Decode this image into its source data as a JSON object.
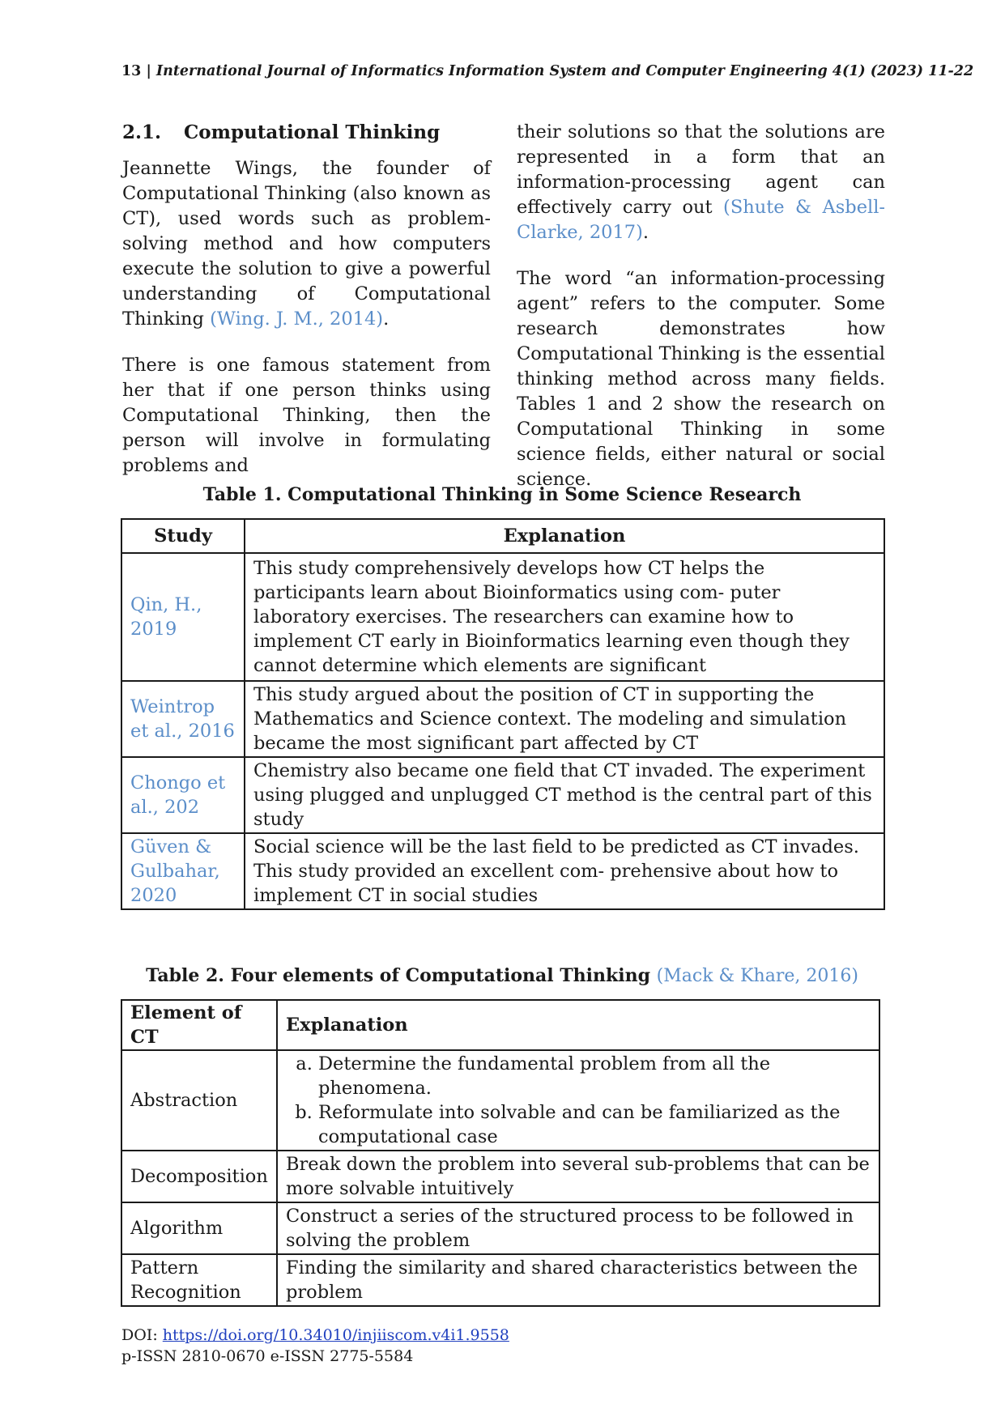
{
  "header": {
    "page_number": "13",
    "separator": " | ",
    "journal": "International Journal of Informatics Information System and Computer Engineering 4(1) (2023) 11-22"
  },
  "section": {
    "number": "2.1.",
    "title": "Computational Thinking"
  },
  "left_column": {
    "p1_text": "Jeannette Wings, the founder of Computational Thinking (also known as CT), used words such as problem-solving method and how computers execute the solution to give a powerful understanding of Computational Thinking ",
    "p1_cite": "(Wing. J. M., 2014)",
    "p1_end": ".",
    "p2_text": "There is one famous statement from her that if one person thinks using Computational Thinking, then the person will involve in formulating problems and"
  },
  "right_column": {
    "p1_text": "their solutions so that the solutions are represented in a form that an information-processing agent can effectively carry out ",
    "p1_cite": "(Shute & Asbell-Clarke, 2017)",
    "p1_end": ".",
    "p2_text": "The word “an information-processing agent” refers to the computer. Some research demonstrates how Computational Thinking is the essential thinking method across many fields. Tables 1 and 2 show the research on Computational Thinking in some science fields, either natural or social science."
  },
  "table1": {
    "caption": "Table 1. Computational Thinking in Some Science Research",
    "headers": [
      "Study",
      "Explanation"
    ],
    "rows": [
      {
        "study": "Qin, H., 2019",
        "explanation": "This study comprehensively develops how CT helps the participants learn about Bioinformatics using com- puter laboratory exercises. The researchers can examine how to implement CT early in Bioinformatics learning even though they cannot determine which elements are significant"
      },
      {
        "study": "Weintrop et al., 2016",
        "explanation": "This study argued about the position of CT in supporting the Mathematics and Science context. The modeling and simulation became the most significant part affected by CT"
      },
      {
        "study": "Chongo et al., 202",
        "explanation": "Chemistry also became one field that CT invaded. The experiment using plugged and unplugged CT method is the central part of this study"
      },
      {
        "study": "Güven & Gulbahar, 2020",
        "explanation": "Social science will be the last field to be predicted as CT invades. This study provided an excellent com- prehensive about how to implement CT in social studies"
      }
    ]
  },
  "table2": {
    "caption": "Table 2. Four elements of Computational Thinking",
    "caption_cite": "(Mack & Khare, 2016)",
    "headers": [
      "Element of CT",
      "Explanation"
    ],
    "rows": [
      {
        "element": "Abstraction",
        "items": [
          "Determine the fundamental problem from all the phenomena.",
          "Reformulate into solvable and can be familiarized as the computational case"
        ]
      },
      {
        "element": "Decomposition",
        "explanation": "Break down the problem into several sub-problems that can be more solvable intuitively"
      },
      {
        "element": "Algorithm",
        "explanation": "Construct a series of the structured process to be followed in solving the problem"
      },
      {
        "element": "Pattern Recognition",
        "explanation": "Finding the similarity and shared characteristics between the problem"
      }
    ]
  },
  "footer": {
    "doi_label": "DOI: ",
    "doi_url": "https://doi.org/10.34010/injiiscom.v4i1.9558",
    "issn": "p-ISSN 2810-0670 e-ISSN 2775-5584"
  },
  "colors": {
    "citation": "#5b8ec9",
    "link": "#1f3fbf",
    "text": "#1a1a1a"
  }
}
